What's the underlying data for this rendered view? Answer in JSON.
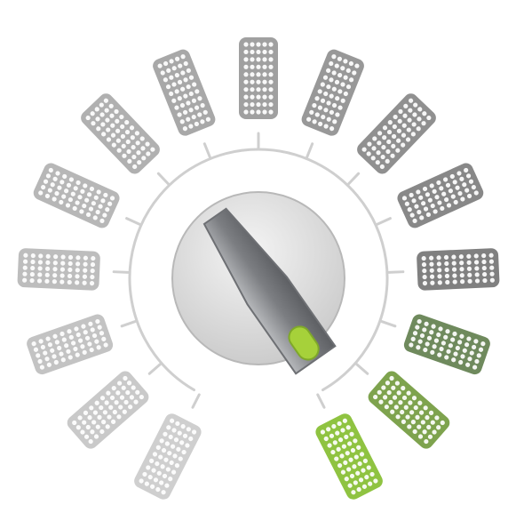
{
  "control": {
    "name": "rotary knob",
    "level_total": 15,
    "level_active": 3,
    "colors": {
      "active": [
        "#8fc341",
        "#7ea34e",
        "#6f8a5d"
      ],
      "inactive_shades": [
        "#cfcfcf",
        "#c9c9c9",
        "#c3c3c3",
        "#bdbdbd",
        "#b7b7b7",
        "#b0b0b0",
        "#a8a8a8",
        "#a0a0a0",
        "#989898",
        "#909090",
        "#888888",
        "#808080"
      ],
      "ring": "#cfcfcf",
      "knob_face": "#dcdcdc",
      "pointer": "#8a8c90",
      "pointer_tip": "#a6d13a"
    },
    "icons": {
      "segment": "led-panel-icon",
      "pointer": "knob-pointer-icon"
    }
  }
}
